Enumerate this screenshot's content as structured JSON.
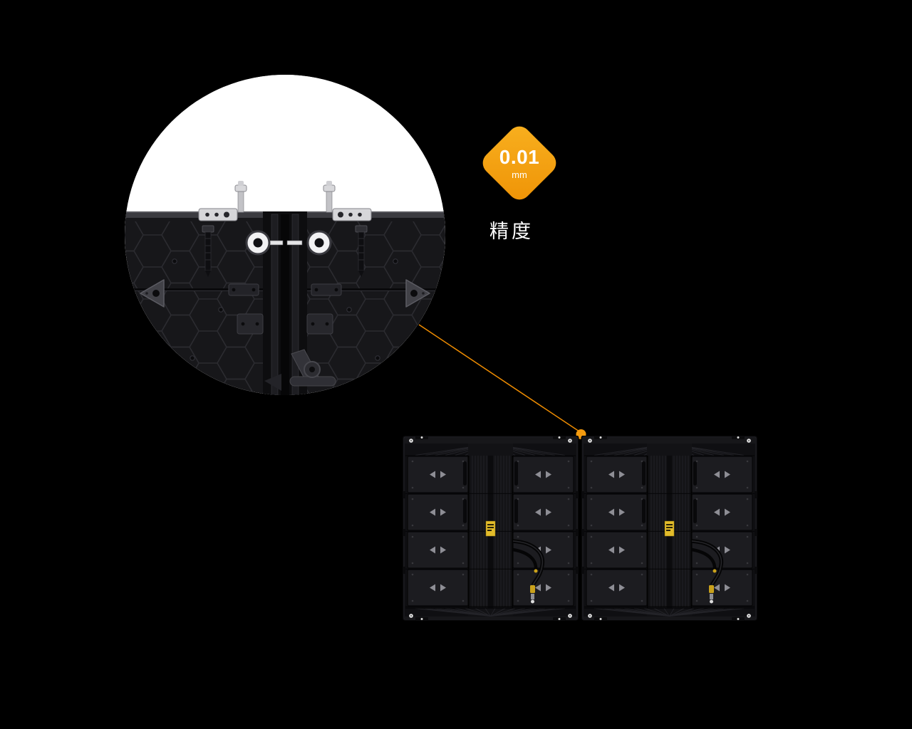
{
  "scene": {
    "type": "product-feature-callout",
    "background_color": "#000000"
  },
  "callout": {
    "badge_value": "0.01",
    "badge_unit": "mm",
    "label": "精度",
    "badge_color_top": "#f8b01f",
    "badge_color_bottom": "#ef9306",
    "line_color": "#ef8c00",
    "dot_color": "#f49b0f"
  },
  "magnifier": {
    "name": "cabinet-seam-closeup",
    "shows": "led-cabinet-rear-seam-with-lock-knobs"
  },
  "product": {
    "name": "led-cabinet-rear-pair",
    "cabinet_count": 2,
    "label_color": "#e3bc2a"
  }
}
